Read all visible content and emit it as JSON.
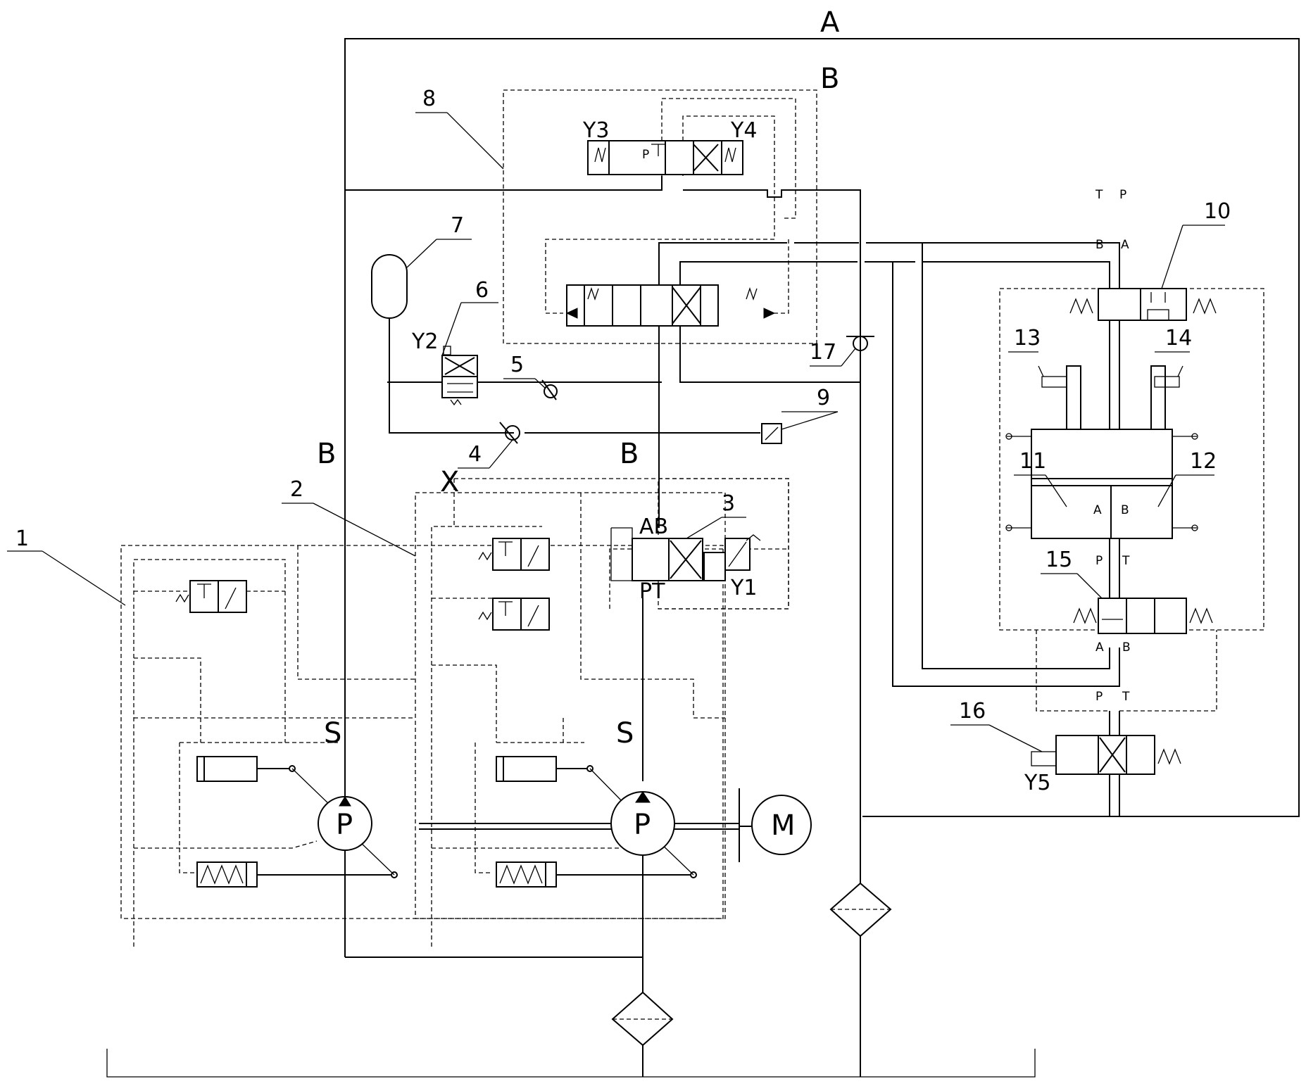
{
  "labels": {
    "top_A": "A",
    "B_top": "B",
    "B_left": "B",
    "B_mid": "B",
    "X": "X",
    "S1": "S",
    "S2": "S",
    "n1": "1",
    "n2": "2",
    "n3": "3",
    "n4": "4",
    "n5": "5",
    "n6": "6",
    "n7": "7",
    "n8": "8",
    "n9": "9",
    "n10": "10",
    "n11": "11",
    "n12": "12",
    "n13": "13",
    "n14": "14",
    "n15": "15",
    "n16": "16",
    "n17": "17",
    "y1": "Y1",
    "y2": "Y2",
    "y3": "Y3",
    "y4": "Y4",
    "y5": "Y5",
    "v3_AB": "AB",
    "v3_PT": "PT",
    "pump1": "P",
    "pump2": "P",
    "motor": "M",
    "v10_T": "T",
    "v10_P": "P",
    "v10_B": "B",
    "v10_A": "A",
    "cyl_A": "A",
    "cyl_B": "B",
    "v15_P": "P",
    "v15_T": "T",
    "v15_A": "A",
    "v15_B": "B",
    "v16_P": "P",
    "v16_T": "T"
  },
  "icons": [
    "pump-icon",
    "motor-icon",
    "filter-icon",
    "accumulator-icon",
    "check-valve-icon",
    "directional-valve-icon",
    "pressure-switch-icon",
    "limit-switch-icon",
    "hydraulic-cylinder-icon"
  ]
}
